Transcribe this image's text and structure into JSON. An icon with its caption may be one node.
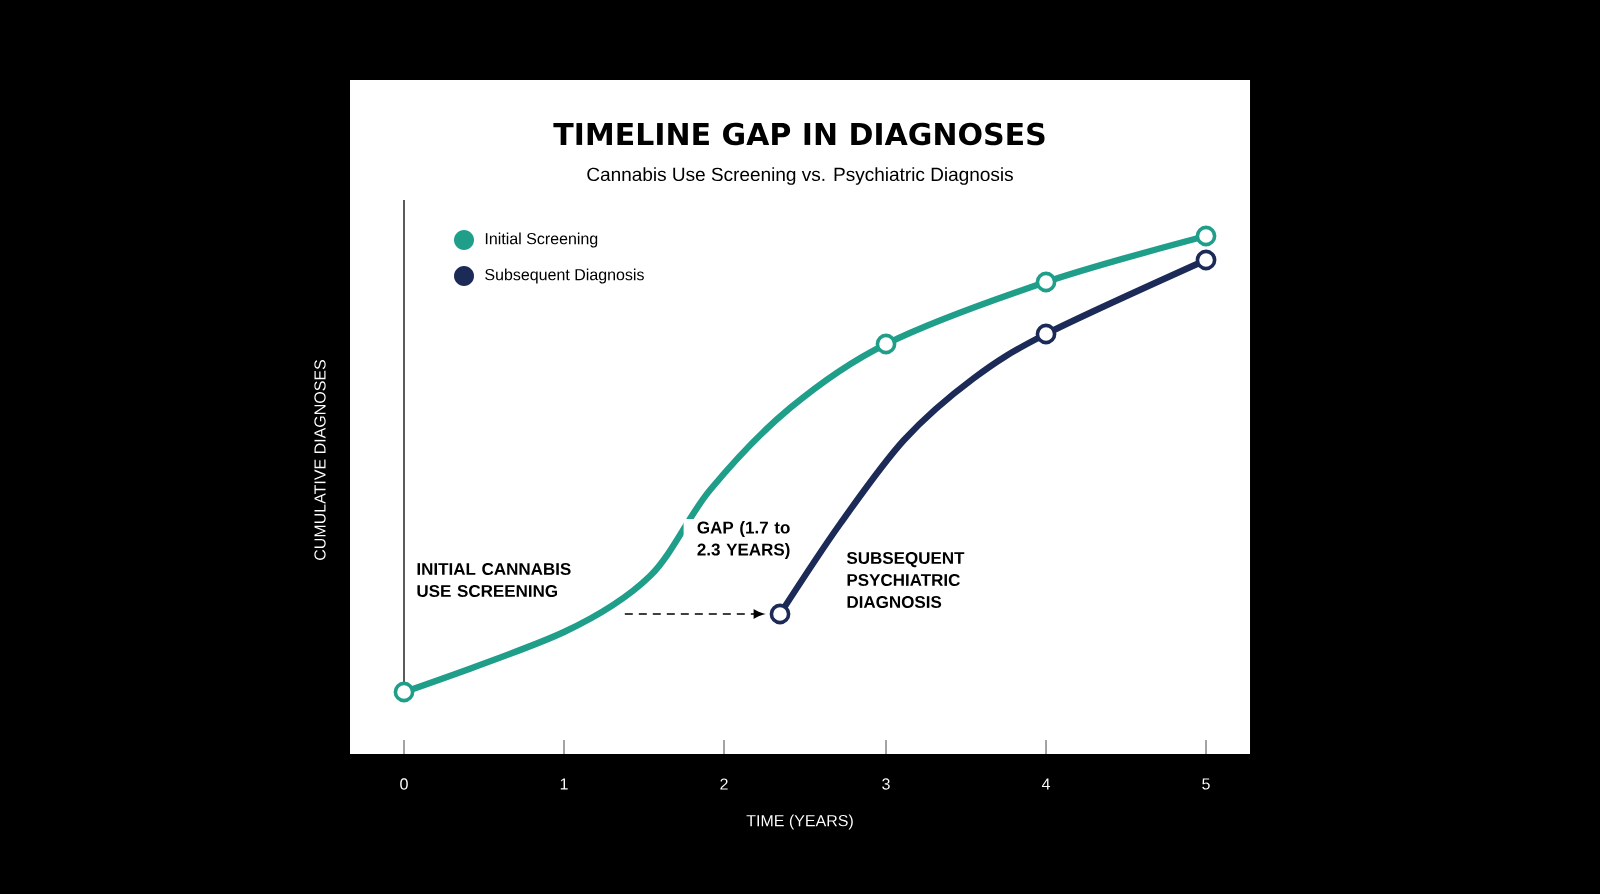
{
  "diagram": {
    "title": "TIMELINE GAP IN DIAGNOSES",
    "nodes": [
      {
        "text": [
          "INITIAL CANNABIS USE SCREENING"
        ]
      },
      {
        "text": [],
        "shape": "circle"
      }
    ],
    "edges": [
      {
        "from": 0,
        "to": 1,
        "arrow": "to",
        "style": "dashed",
        "label": "GAP (1.7 to 2.3 YEARS)"
      }
    ],
    "labels": [
      "Cannabis Use Screening vs. Psychiatric Diagnosis",
      "CUMULATIVE DIAGNOSES",
      "SUBSEQUENT PSYCHIATRIC DIAGNOSIS",
      "0",
      "1",
      "2",
      "3",
      "4",
      "5",
      "TIME (YEARS)"
    ],
    "legend": [
      {
        "text": "Initial Screening",
        "color": "#1f9e8a"
      },
      {
        "text": "Subsequent Diagnosis",
        "color": "#1c2a57"
      }
    ]
  }
}
